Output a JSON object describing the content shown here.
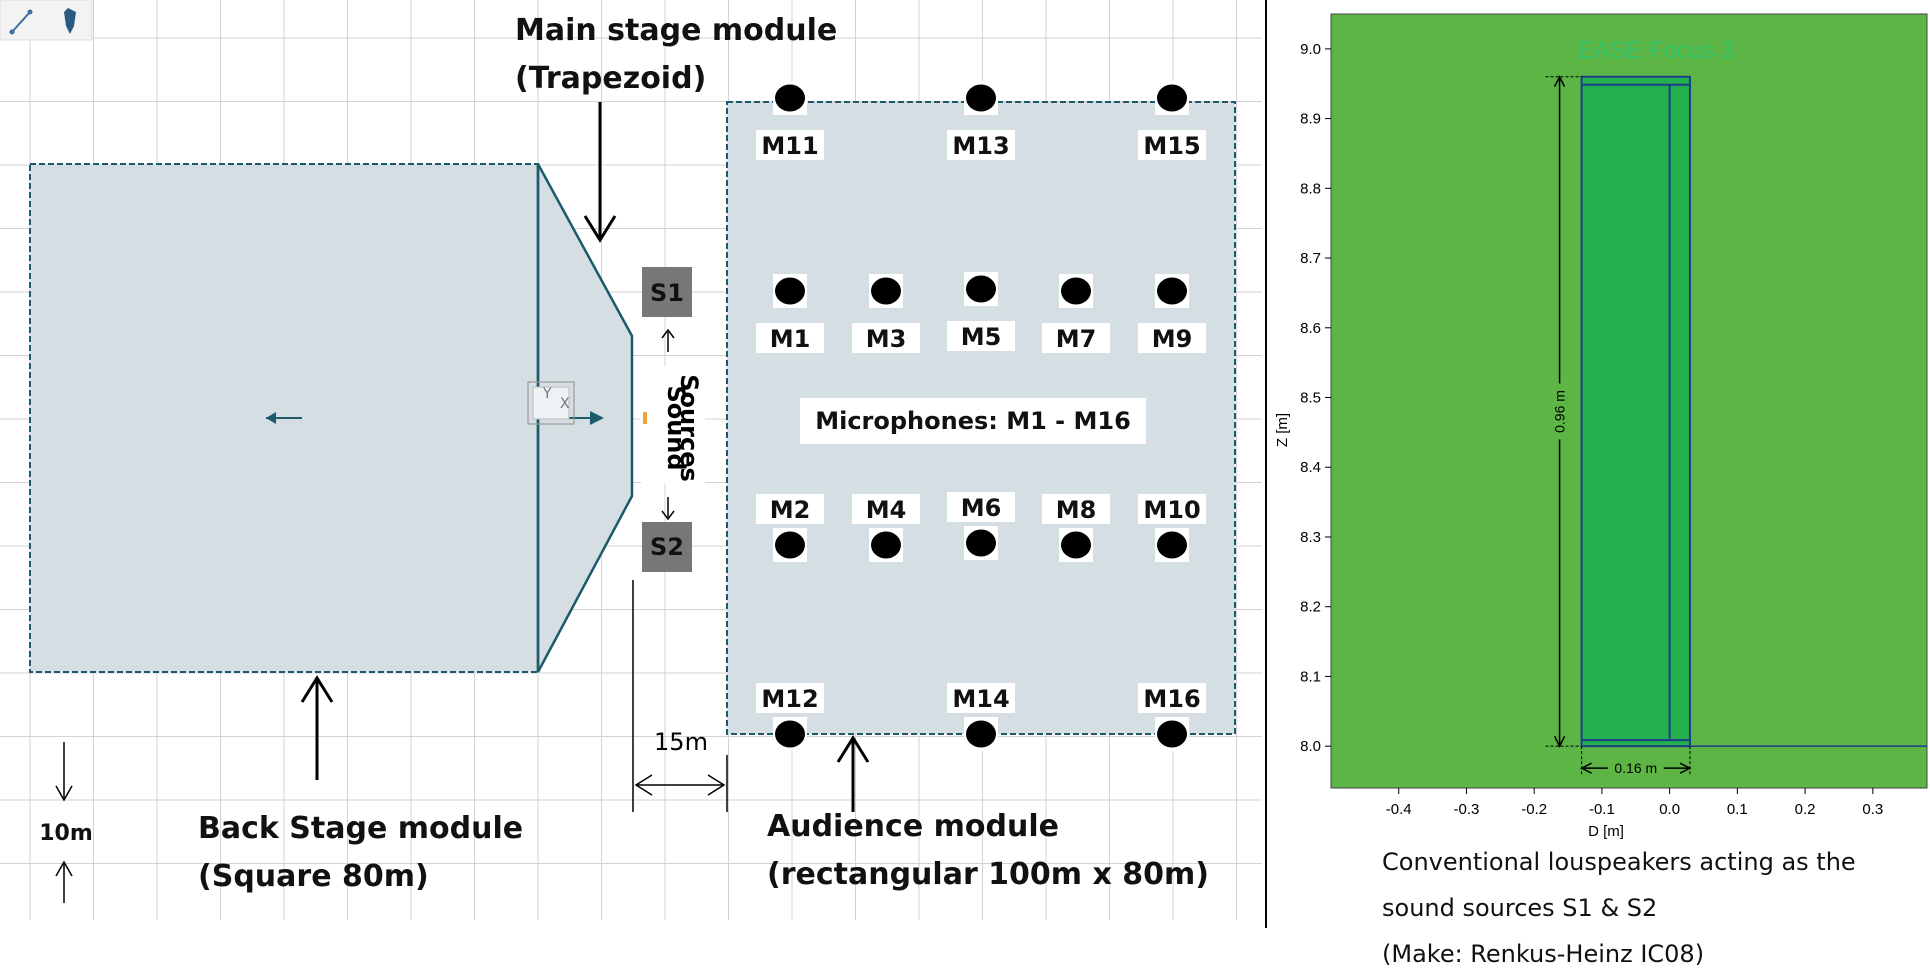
{
  "layout_diagram": {
    "toolbar": {
      "tool1_icon": "measure-icon",
      "tool2_icon": "pen-icon"
    },
    "labels": {
      "main_stage_line1": "Main stage module",
      "main_stage_line2": "(Trapezoid)",
      "back_stage_line1": "Back Stage module",
      "back_stage_line2": "(Square 80m)",
      "audience_line1": "Audience module",
      "audience_line2": "(rectangular 100m x 80m)",
      "microphones": "Microphones: M1 - M16",
      "sound": "Sound",
      "sources": "Sources",
      "dim_15m": "15m",
      "dim_10m": "10m",
      "axis_y": "Y",
      "axis_x": "X"
    },
    "sources": [
      {
        "id": "S1"
      },
      {
        "id": "S2"
      }
    ],
    "microphones": [
      {
        "id": "M11"
      },
      {
        "id": "M13"
      },
      {
        "id": "M15"
      },
      {
        "id": "M1"
      },
      {
        "id": "M3"
      },
      {
        "id": "M5"
      },
      {
        "id": "M7"
      },
      {
        "id": "M9"
      },
      {
        "id": "M2"
      },
      {
        "id": "M4"
      },
      {
        "id": "M6"
      },
      {
        "id": "M8"
      },
      {
        "id": "M10"
      },
      {
        "id": "M12"
      },
      {
        "id": "M14"
      },
      {
        "id": "M16"
      }
    ],
    "colors": {
      "module_fill": "#d5dfe3",
      "module_stroke": "#1c5a6c",
      "grid": "#d3d3d3",
      "source_box": "#777777",
      "plot_green": "#5cb545",
      "speaker_green": "#24b04e"
    }
  },
  "chart_data": {
    "type": "diagram",
    "watermark": "EASE Focus 3",
    "xlabel": "D [m]",
    "ylabel": "Z [m]",
    "xlim": [
      -0.5,
      0.38
    ],
    "ylim": [
      7.94,
      9.05
    ],
    "x_ticks": [
      -0.4,
      -0.3,
      -0.2,
      -0.1,
      0.0,
      0.1,
      0.2,
      0.3
    ],
    "x_tick_labels": [
      "-0.4",
      "-0.3",
      "-0.2",
      "-0.1",
      "0.0",
      "0.1",
      "0.2",
      "0.3"
    ],
    "y_ticks": [
      8.0,
      8.1,
      8.2,
      8.3,
      8.4,
      8.5,
      8.6,
      8.7,
      8.8,
      8.9,
      9.0
    ],
    "y_tick_labels": [
      "8.0",
      "8.1",
      "8.2",
      "8.3",
      "8.4",
      "8.5",
      "8.6",
      "8.7",
      "8.8",
      "8.9",
      "9.0"
    ],
    "speaker": {
      "d_min": -0.13,
      "d_max": 0.03,
      "z_min": 8.0,
      "z_max": 8.96
    },
    "dimension_labels": {
      "height": "0.96 m",
      "width": "0.16 m"
    },
    "caption": [
      "Conventional louspeakers acting as the",
      "sound sources S1 & S2",
      "(Make: Renkus-Heinz IC08)"
    ]
  }
}
